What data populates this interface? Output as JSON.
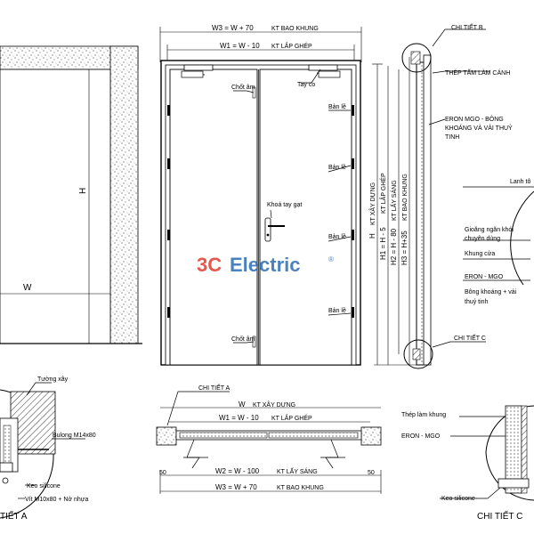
{
  "front": {
    "w3": "W3 = W + 70",
    "w3_note": "KT BAO KHUNG",
    "w1": "W1 = W - 10",
    "w1_note": "KT LẮP GHÉP",
    "chot_am_top": "Chốt âm",
    "tay_co": "Tay co",
    "ban_le": "Bản lề",
    "khoa": "Khoá tay gạt",
    "chot_am_bottom": "Chốt âm"
  },
  "wall": {
    "h": "H",
    "w": "W"
  },
  "side": {
    "h": "H",
    "h_note": "KT XÂY DỰNG",
    "h1": "H1 = H - 5",
    "h1_note": "KT LẮP GHÉP",
    "h2": "H2 = H - 80",
    "h2_note": "KT LẤY SÁNG",
    "h3": "H3 = H+35",
    "h3_note": "KT BAO KHUNG",
    "chi_tiet_b": "CHI TIẾT B",
    "thep_tam": "THÉP TẤM LÀM CÁNH",
    "eron_bong": "ERON MGO - BÔNG",
    "eron_bong2": "KHOÁNG VÀ VẢI THUỶ",
    "eron_bong3": "TINH",
    "chi_tiet_c": "CHI TIẾT C"
  },
  "right_callouts": {
    "lanh_to": "Lanh tô",
    "gioang": "Gioăng ngăn khói",
    "gioang2": "chuyên dùng",
    "khung_cua": "Khung cửa",
    "eron_mgo": "ERON - MGO",
    "bong": "Bông khoáng + vải",
    "bong2": "thuỷ tinh"
  },
  "detail_a": {
    "tuong_xay": "Tường xây",
    "bulong": "Bulong M14x80",
    "keo": "Keo silicone",
    "vit": "Vít M10x80 + Nở nhựa",
    "label": "TIẾT A"
  },
  "plan": {
    "chi_tiet_a": "CHI TIẾT A",
    "w": "W",
    "w_note": "KT XÂY DỰNG",
    "w1": "W1 = W - 10",
    "w1_note": "KT LẮP GHÉP",
    "w2": "W2 = W - 100",
    "w2_note": "KT LẤY SÁNG",
    "w3": "W3 = W + 70",
    "w3_note": "KT BAO KHUNG",
    "fifty_left": "50",
    "fifty_right": "50"
  },
  "detail_c": {
    "thep_lam_khung": "Thép làm khung",
    "eron": "ERON - MGO",
    "keo": "Keo silicone",
    "label": "CHI TIẾT C"
  },
  "watermark": {
    "part1": "3C",
    "part2": "Electric",
    "reg": "®",
    "color1": "#e23a2f",
    "color2": "#2a6db5"
  }
}
